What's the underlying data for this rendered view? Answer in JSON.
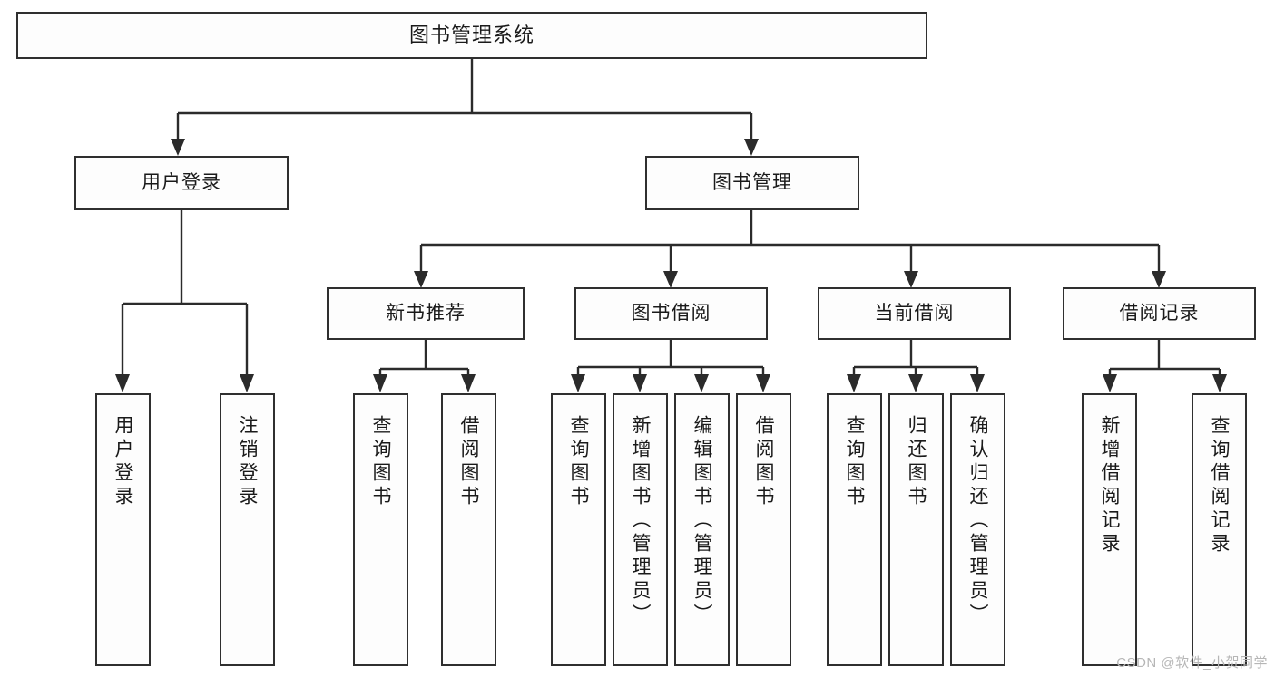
{
  "diagram": {
    "title": "图书管理系统",
    "type": "tree-hierarchy",
    "orientation": "top-down",
    "colors": {
      "background": "#ffffff",
      "box_fill": "#fdfdfd",
      "box_border": "#2f2f2f",
      "connector": "#2b2b2b",
      "text": "#1a1a1a",
      "watermark": "#b6b6b6"
    }
  },
  "watermark": {
    "text": "CSDN @软件_小贺同学"
  },
  "nodes": {
    "root": {
      "label": "图书管理系统"
    },
    "level1": [
      {
        "label": "用户登录"
      },
      {
        "label": "图书管理"
      }
    ],
    "level2": [
      {
        "label": "新书推荐"
      },
      {
        "label": "图书借阅"
      },
      {
        "label": "当前借阅"
      },
      {
        "label": "借阅记录"
      }
    ],
    "leaves": {
      "user_login": [
        {
          "label": "用户登录"
        },
        {
          "label": "注销登录"
        }
      ],
      "new_book_recommend": [
        {
          "label": "查询图书"
        },
        {
          "label": "借阅图书"
        }
      ],
      "book_borrow": [
        {
          "label": "查询图书"
        },
        {
          "label": "新增图书（管理员）"
        },
        {
          "label": "编辑图书（管理员）"
        },
        {
          "label": "借阅图书"
        }
      ],
      "current_borrow": [
        {
          "label": "查询图书"
        },
        {
          "label": "归还图书"
        },
        {
          "label": "确认归还（管理员）"
        }
      ],
      "borrow_record": [
        {
          "label": "新增借阅记录"
        },
        {
          "label": "查询借阅记录"
        }
      ]
    }
  },
  "edges": [
    {
      "from": "图书管理系统",
      "to": "用户登录"
    },
    {
      "from": "图书管理系统",
      "to": "图书管理"
    },
    {
      "from": "图书管理",
      "to": "新书推荐"
    },
    {
      "from": "图书管理",
      "to": "图书借阅"
    },
    {
      "from": "图书管理",
      "to": "当前借阅"
    },
    {
      "from": "图书管理",
      "to": "借阅记录"
    },
    {
      "from": "用户登录",
      "to": "用户登录"
    },
    {
      "from": "用户登录",
      "to": "注销登录"
    },
    {
      "from": "新书推荐",
      "to": "查询图书"
    },
    {
      "from": "新书推荐",
      "to": "借阅图书"
    },
    {
      "from": "图书借阅",
      "to": "查询图书"
    },
    {
      "from": "图书借阅",
      "to": "新增图书（管理员）"
    },
    {
      "from": "图书借阅",
      "to": "编辑图书（管理员）"
    },
    {
      "from": "图书借阅",
      "to": "借阅图书"
    },
    {
      "from": "当前借阅",
      "to": "查询图书"
    },
    {
      "from": "当前借阅",
      "to": "归还图书"
    },
    {
      "from": "当前借阅",
      "to": "确认归还（管理员）"
    },
    {
      "from": "借阅记录",
      "to": "新增借阅记录"
    },
    {
      "from": "借阅记录",
      "to": "查询借阅记录"
    }
  ]
}
